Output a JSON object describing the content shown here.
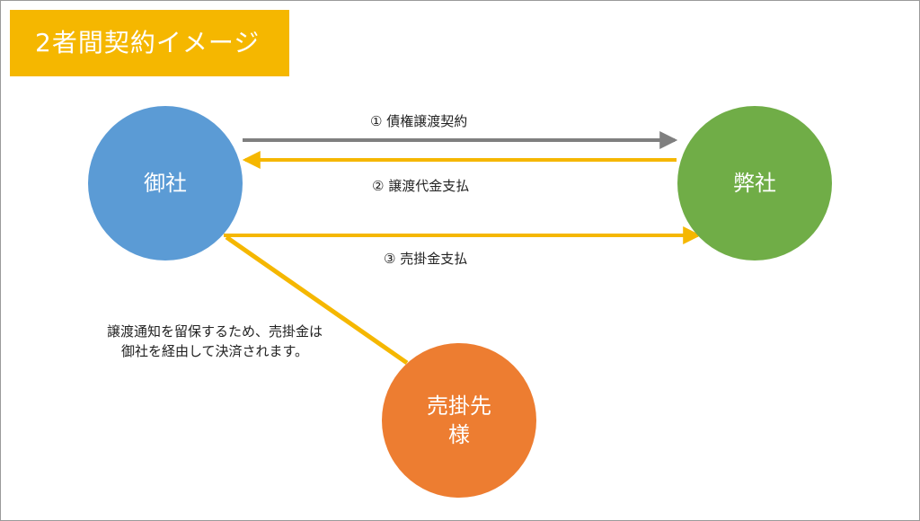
{
  "title": "2者間契約イメージ",
  "nodes": {
    "onsha": "御社",
    "heisha": "弊社",
    "urikake_line1": "売掛先",
    "urikake_line2": "様"
  },
  "arrows": {
    "a1": "① 債権譲渡契約",
    "a2": "② 譲渡代金支払",
    "a3": "③ 売掛金支払"
  },
  "note": {
    "line1": "譲渡通知を留保するため、売掛金は",
    "line2": "御社を経由して決済されます。"
  },
  "colors": {
    "title_bg": "#f5b700",
    "onsha": "#5b9bd5",
    "heisha": "#70ad47",
    "urikake": "#ed7d31",
    "arrow_gray": "#7f7f7f",
    "arrow_yellow": "#f5b700"
  }
}
